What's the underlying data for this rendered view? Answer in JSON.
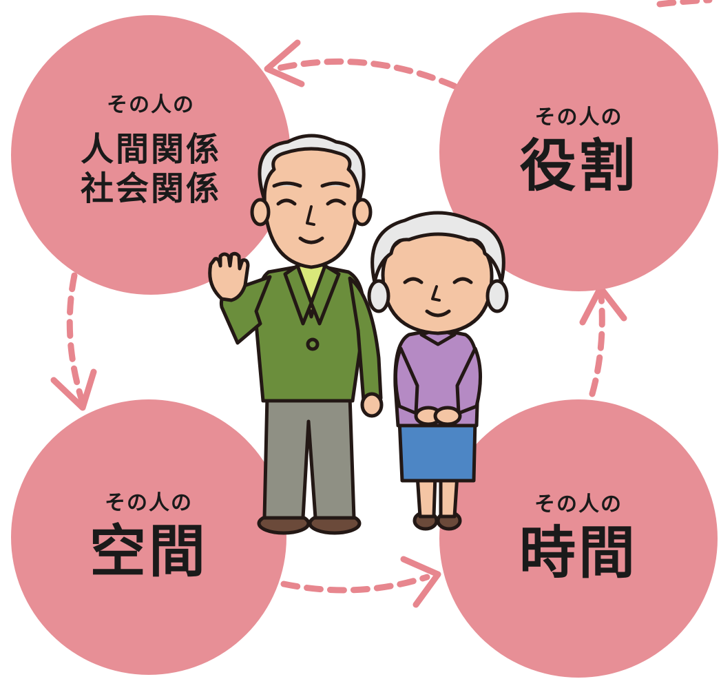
{
  "colors": {
    "circle": "#e78f96",
    "arrow": "#e7868e",
    "background": "#ffffff",
    "text": "#1a1a1a"
  },
  "circles": {
    "relationships": {
      "prefix": "その人の",
      "line1": "人間関係",
      "line2": "社会関係"
    },
    "role": {
      "prefix": "その人の",
      "label": "役割"
    },
    "space": {
      "prefix": "その人の",
      "label": "空間"
    },
    "time": {
      "prefix": "その人の",
      "label": "時間"
    }
  },
  "illustration": [
    "elderly-man-waving",
    "elderly-woman-bowing"
  ]
}
